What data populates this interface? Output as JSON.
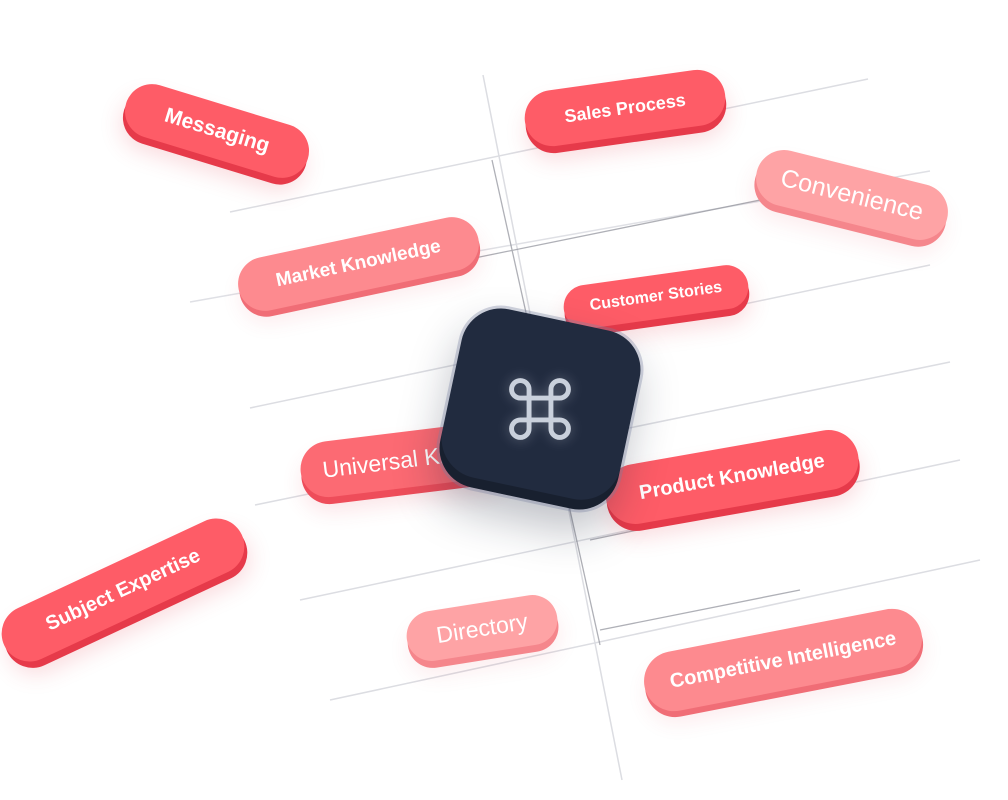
{
  "tags": {
    "messaging": "Messaging",
    "sales_process": "Sales Process",
    "convenience": "Convenience",
    "market_knowledge": "Market Knowledge",
    "customer_stories": "Customer Stories",
    "universal": "Universal Kn",
    "product_knowledge": "Product Knowledge",
    "subject_expertise": "Subject Expertise",
    "directory": "Directory",
    "competitive_intelligence": "Competitive Intelligence"
  },
  "keycap": {
    "icon": "command-key-icon"
  },
  "colors": {
    "tag_strong": "#fe5c67",
    "tag_light": "#fea3a5",
    "keycap": "#212b3f",
    "icon_stroke": "#c9d0dc"
  }
}
